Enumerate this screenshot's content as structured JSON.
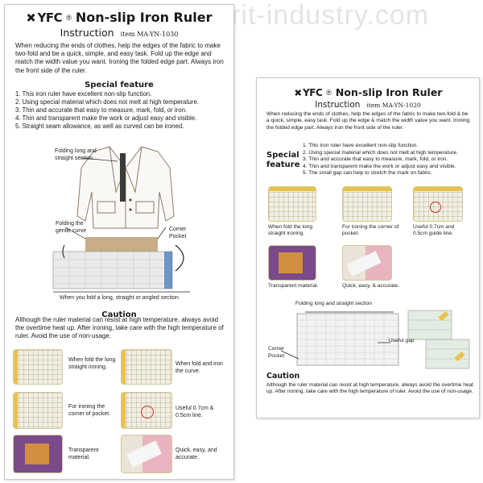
{
  "watermark": "marit-industry.com",
  "left": {
    "logo": "YFC",
    "title": "Non-slip Iron Ruler",
    "instruction_label": "Instruction",
    "item_code": "item MA-YN-1030",
    "intro": "When reducing the ends of clothes, help the edges of the fabric to make two-fold and be a quick, simple, and easy task.  Fold up the edge and match the width value you want. Ironing the folded edge part.  Always iron the front side of the ruler.",
    "feature_title": "Special feature",
    "features": [
      "1. This iron ruler have excellent non-slip function.",
      "2. Using special material which does not melt at high temperature.",
      "3. Thin and accurate that easy to measure, mark, fold, or iron.",
      "4. Thin and transparent make the work or adjust easy and visible.",
      "5. Straight seam allowance, as well as curved can be ironed."
    ],
    "diagram_labels": {
      "folding_long": "Folding long and straight section",
      "corner_pocket": "Corner Pocket",
      "folding_curve": "Folding the gentle curve",
      "bottom_caption": "When you fold a long, straight or angled section"
    },
    "caution_title": "Caution",
    "caution": "Although the ruler material can resist at high temperature, always avoid the overtime heat up.  After ironing, take care with the high temperature of ruler.  Avoid the use of non-usage.",
    "photos": [
      {
        "caption": "When fold the long straight ironing."
      },
      {
        "caption": "When fold and iron the curve."
      },
      {
        "caption": "For ironing the corner of pocket."
      },
      {
        "caption": "Useful 0.7cm & 0.5cm line."
      },
      {
        "caption": "Transparent material."
      },
      {
        "caption": "Quick, easy, and accurate."
      }
    ]
  },
  "right": {
    "logo": "YFC",
    "title": "Non-slip Iron Ruler",
    "instruction_label": "Instruction",
    "item_code": "item MA-YN-1020",
    "intro": "When reducing the ends of clothes, help the edges of the fabric to make two-fold & be a quick, simple, easy task.  Fold up the edge & match the width value you want. Ironing the folded edge part. Always iron the front side of the ruler.",
    "feature_title_1": "Special",
    "feature_title_2": "feature",
    "features": [
      "1. This iron ruler have excellent non-slip function.",
      "2. Using special material which does not melt at high temperature.",
      "3. Thin and accurate that easy to measure, mark, fold, or iron.",
      "4. Thin and transparent make the work or adjust easy and visible.",
      "5. The small gap can help to stretch the mark on fabric."
    ],
    "photos": [
      {
        "caption": "When fold the long straight ironing."
      },
      {
        "caption": "For ironing the corner of pocket."
      },
      {
        "caption": "Useful 0.7cm and 0.5cm guide line."
      },
      {
        "caption": "Transparent material."
      },
      {
        "caption": "Quick, easy, & accurate."
      }
    ],
    "diagram_labels": {
      "folding_long": "Folding long and straight section",
      "corner_pocket": "Corner Pocket",
      "useful_gap": "Useful gap"
    },
    "caution_title": "Caution",
    "caution": "Although the ruler material can resist at high temperature, always avoid the overtime heat up. After ironing, take care with the high temperature of ruler. Avoid the use of non-usage."
  },
  "colors": {
    "photo_frame": "#e8c24c",
    "accent_red": "#c8322a"
  }
}
